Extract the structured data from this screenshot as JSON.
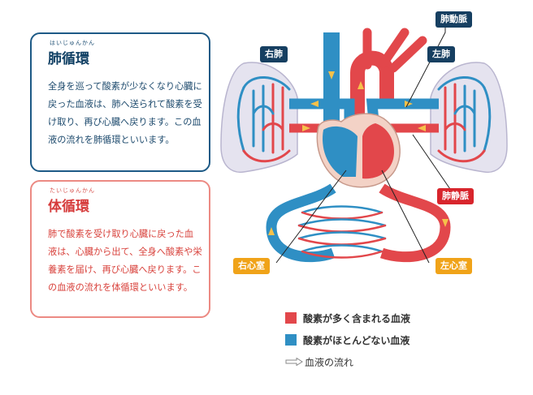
{
  "pulmonary": {
    "ruby": "はいじゅんかん",
    "title": "肺循環",
    "body": "全身を巡って酸素が少なくなり心臓に戻った血液は、肺へ送られて酸素を受け取り、再び心臓へ戻ります。この血液の流れを肺循環といいます。"
  },
  "systemic": {
    "ruby": "たいじゅんかん",
    "title": "体循環",
    "body": "肺で酸素を受け取り心臓に戻った血液は、心臓から出て、全身へ酸素や栄養素を届け、再び心臓へ戻ります。この血液の流れを体循環といいます。"
  },
  "labels": {
    "right_lung": "右肺",
    "left_lung": "左肺",
    "pulmonary_artery": "肺動脈",
    "pulmonary_vein": "肺静脈",
    "right_ventricle": "右心室",
    "left_ventricle": "左心室"
  },
  "legend": {
    "oxygen_rich": "酸素が多く含まれる血液",
    "oxygen_poor": "酸素がほとんどない血液",
    "flow": "血液の流れ"
  },
  "colors": {
    "oxygen_rich": "#e2474b",
    "oxygen_poor": "#2f8fc4",
    "label_navy": "#163f61",
    "label_red": "#d8252c",
    "label_amber": "#f0a319"
  }
}
